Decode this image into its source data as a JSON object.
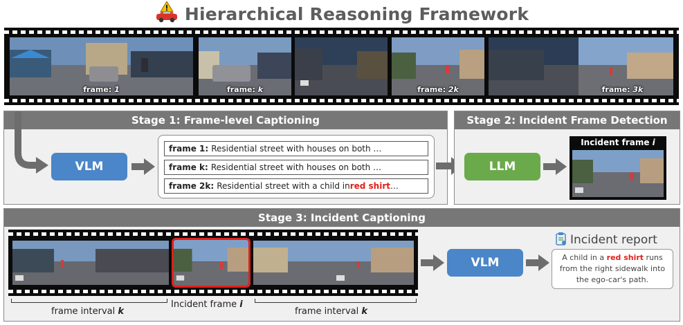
{
  "title": {
    "text": "Hierarchical Reasoning Framework",
    "icon": "car-warning-icon"
  },
  "top_strip": {
    "frames": [
      {
        "label_prefix": "frame: ",
        "label_var": "1"
      },
      {
        "label_prefix": "frame: ",
        "label_var": "k"
      },
      {
        "label_prefix": "frame: ",
        "label_var": "2k"
      },
      {
        "label_prefix": "frame: ",
        "label_var": "3k"
      }
    ]
  },
  "stage1": {
    "heading": "Stage 1: Frame-level Captioning",
    "model": "VLM",
    "captions": [
      {
        "frame": "frame 1:",
        "text": " Residential street with houses on both …",
        "highlight": "",
        "tail": ""
      },
      {
        "frame": "frame k:",
        "text": "Residential street with houses on both …",
        "highlight": "",
        "tail": ""
      },
      {
        "frame": "frame 2k:",
        "text": " Residential street with a child in ",
        "highlight": "red shirt",
        "tail": " …"
      }
    ]
  },
  "stage2": {
    "heading": "Stage 2: Incident Frame Detection",
    "model": "LLM",
    "incident_label_prefix": "Incident frame ",
    "incident_label_var": "i"
  },
  "stage3": {
    "heading": "Stage 3: Incident Captioning",
    "model": "VLM",
    "report_title": "Incident report",
    "report_icon": "report-clipboard-icon",
    "report_pre": "A child in a ",
    "report_highlight": "red shirt",
    "report_post": " runs from the right sidewalk into the ego-car's path.",
    "interval_left_prefix": "frame interval ",
    "interval_left_var": "k",
    "incident_prefix": "Incident frame ",
    "incident_var": "i",
    "interval_right_prefix": "frame interval ",
    "interval_right_var": "k"
  },
  "colors": {
    "vlm": "#4a86c8",
    "llm": "#6aaa4a",
    "header": "#777777",
    "highlight": "#e0201a"
  }
}
